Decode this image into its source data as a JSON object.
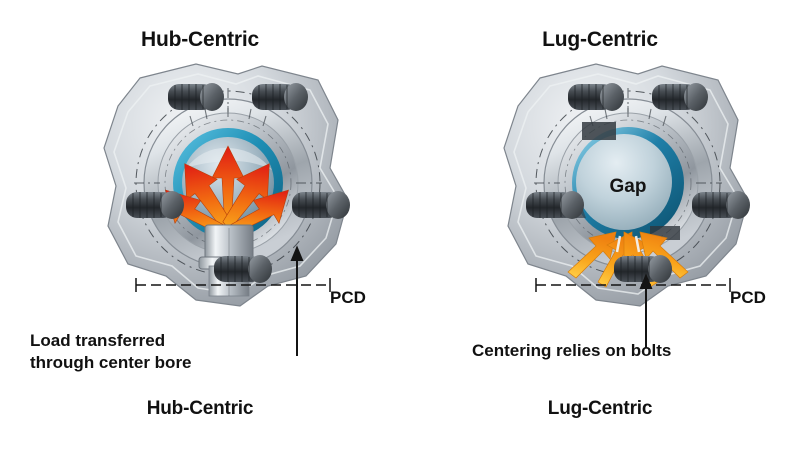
{
  "background": "#ffffff",
  "panels": [
    {
      "id": "hub-centric",
      "title": "Hub-Centric",
      "footer_label": "Hub-Centric",
      "pcd_label": "PCD",
      "caption": "Load transferred\nthrough center bore",
      "bore_annotation": "",
      "arrow_color_inner": "#f59a16",
      "arrow_color_outer": "#e01b14",
      "arrow_count": 5,
      "arrow_direction": "outward-from-center-bore",
      "bore_ring_color": "#1f8fb5",
      "stud_count": 5,
      "stud_color": "#3a3f44",
      "body_color": "#c7ccd1"
    },
    {
      "id": "lug-centric",
      "title": "Lug-Centric",
      "footer_label": "Lug-Centric",
      "pcd_label": "PCD",
      "caption": "Centering relies on bolts",
      "bore_annotation": "Gap",
      "arrow_color_inner": "#ffd24a",
      "arrow_color_outer": "#f08a12",
      "arrow_count": 4,
      "arrow_direction": "inward-toward-bore-from-bolts",
      "bore_ring_color": "#1f7fa8",
      "gap_fill_color": "#b9cfd8",
      "stud_count": 5,
      "stud_color": "#3a3f44",
      "body_color": "#c7ccd1"
    }
  ]
}
